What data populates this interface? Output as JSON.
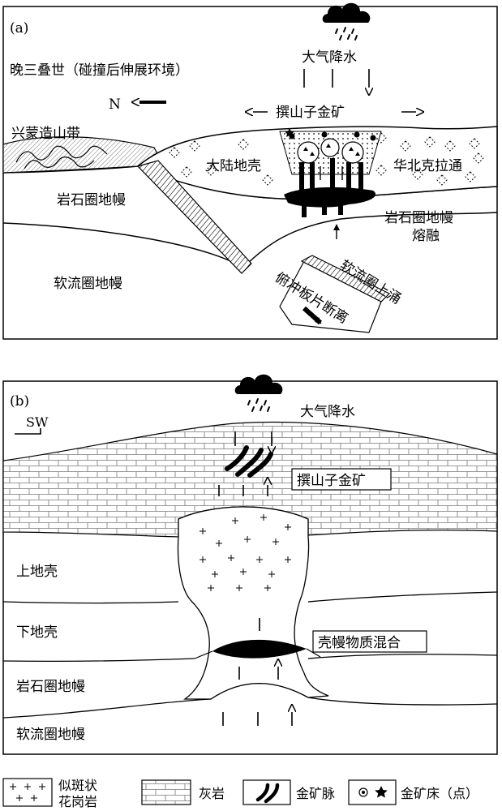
{
  "panel_a": {
    "tag": "(a)",
    "period": "晚三叠世（碰撞后伸展环境）",
    "north": "N",
    "rain": "大气降水",
    "deposit": "撰山子金矿",
    "xingmeng": "兴蒙造山带",
    "continental_crust": "大陆地壳",
    "huabei": "华北克拉通",
    "lith_mantle": "岩石圈地幔",
    "lith_mantle_melt_1": "岩石圈地幔",
    "lith_mantle_melt_2": "熔融",
    "asth_mantle": "软流圈地幔",
    "upwelling": "软流圈上涌",
    "slab_breakoff": "俯冲板片断离"
  },
  "panel_b": {
    "tag": "(b)",
    "sw": "SW",
    "rain": "大气降水",
    "deposit": "撰山子金矿",
    "upper_crust": "上地壳",
    "lower_crust": "下地壳",
    "mixing": "壳幔物质混合",
    "lith_mantle": "岩石圈地幔",
    "asth_mantle": "软流圈地幔"
  },
  "legend": {
    "porphyry_1": "似斑状",
    "porphyry_2": "花岗岩",
    "limestone": "灰岩",
    "vein": "金矿脉",
    "orebody": "金矿床（点）"
  }
}
